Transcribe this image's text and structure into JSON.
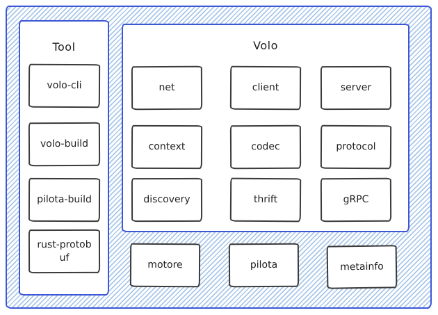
{
  "colors": {
    "panel_border": "#3d57d6",
    "hatch_line": "#a9c7e9",
    "box_border": "#3a3a3a",
    "text": "#1e1e1e",
    "background": "#ffffff"
  },
  "tool_panel": {
    "title": "Tool",
    "boxes": [
      "volo-cli",
      "volo-build",
      "pilota-build",
      "rust-protobuf"
    ]
  },
  "volo_panel": {
    "title": "Volo",
    "boxes": [
      "net",
      "client",
      "server",
      "context",
      "codec",
      "protocol",
      "discovery",
      "thrift",
      "gRPC"
    ]
  },
  "bottom_boxes": [
    "motore",
    "pilota",
    "metainfo"
  ]
}
